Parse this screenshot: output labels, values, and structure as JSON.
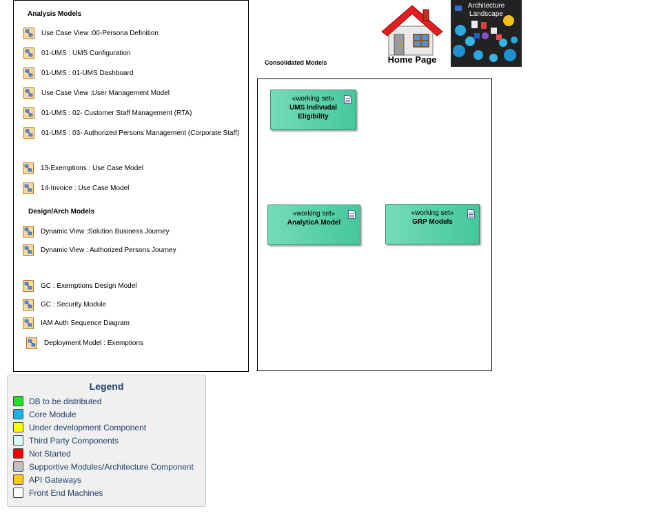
{
  "analysis_panel": {
    "title": "Analysis Models",
    "items": [
      "Use Case View :00-Persona Definition",
      "01-UMS : UMS Configuration",
      "01-UMS : 01-UMS Dashboard",
      "Use Case View :User Management Model",
      "01-UMS : 02- Customer Staff Management (RTA)",
      "01-UMS : 03- Authorized Persons Management (Corporate Staff)",
      "13-Exemptions : Use Case Model",
      "14-Invoice : Use Case Model"
    ],
    "design_title": "Design/Arch Models",
    "design_items": [
      "Dynamic View :Solution Business Journey",
      "Dynamic View : Authorized Persons Journey",
      "GC : Exemptions Design Model",
      "GC : Security Module",
      "IAM Auth Sequence Diagram",
      "Deployment Model : Exemptions"
    ]
  },
  "home": {
    "label": "Home Page"
  },
  "architecture": {
    "label_line1": "Architecture",
    "label_line2": "Landscape"
  },
  "consolidated": {
    "title": "Consolidated Models",
    "working_sets": [
      {
        "stereotype": "«working set»",
        "name_line1": "UMS Indivudal",
        "name_line2": "Eligibility"
      },
      {
        "stereotype": "«working set»",
        "name_line1": "AnalyticA Model",
        "name_line2": ""
      },
      {
        "stereotype": "«working set»",
        "name_line1": "GRP Models",
        "name_line2": ""
      }
    ]
  },
  "legend": {
    "title": "Legend",
    "items": [
      {
        "label": "DB to be distributed",
        "color": "#22e022"
      },
      {
        "label": "Core Module",
        "color": "#17b4e6"
      },
      {
        "label": "Under development Component",
        "color": "#ffff00"
      },
      {
        "label": "Third Party Components",
        "color": "#d8fbfb"
      },
      {
        "label": "Not Started",
        "color": "#ee0000"
      },
      {
        "label": "Supportive Modules/Architecture Component",
        "color": "#c0c0c0"
      },
      {
        "label": "API Gateways",
        "color": "#ffcc00"
      },
      {
        "label": "Front End Machines",
        "color": "#ffffff"
      }
    ]
  }
}
